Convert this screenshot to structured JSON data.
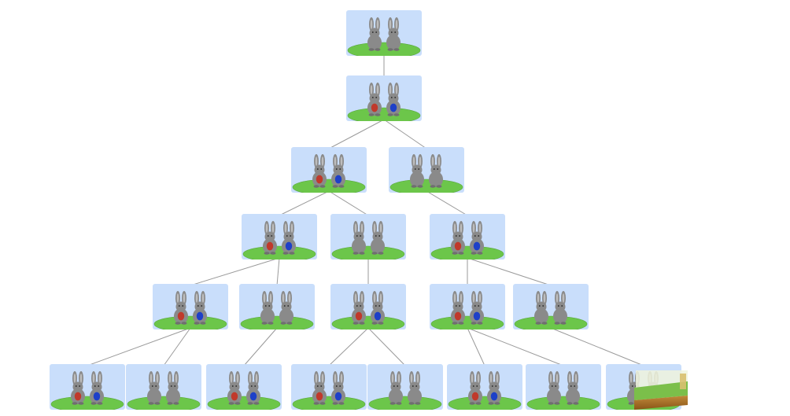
{
  "diagram": {
    "type": "rabbit-population-tree",
    "colors": {
      "sky": "#c9defb",
      "grass": "#6cc64a",
      "grass_edge": "#5aa83d",
      "rabbit": "#8a8a8a",
      "rabbit_dark": "#6f6f6f",
      "ear_inner": "#bdbdbd",
      "female_belly": "#c0392b",
      "male_belly": "#1e40c8",
      "connector": "#9a9a9a",
      "ground_soil": "#a36a1e",
      "ground_top": "#7bbf4a"
    },
    "generations": [
      {
        "generation": 1,
        "pairs": [
          {
            "id": "g1-p1",
            "mature": false,
            "parent": null
          }
        ]
      },
      {
        "generation": 2,
        "pairs": [
          {
            "id": "g2-p1",
            "mature": true,
            "parent": "g1-p1"
          }
        ]
      },
      {
        "generation": 3,
        "pairs": [
          {
            "id": "g3-p1",
            "mature": true,
            "parent": "g2-p1"
          },
          {
            "id": "g3-p2",
            "mature": false,
            "parent": "g2-p1"
          }
        ]
      },
      {
        "generation": 4,
        "pairs": [
          {
            "id": "g4-p1",
            "mature": true,
            "parent": "g3-p1"
          },
          {
            "id": "g4-p2",
            "mature": false,
            "parent": "g3-p1"
          },
          {
            "id": "g4-p3",
            "mature": true,
            "parent": "g3-p2"
          }
        ]
      },
      {
        "generation": 5,
        "pairs": [
          {
            "id": "g5-p1",
            "mature": true,
            "parent": "g4-p1"
          },
          {
            "id": "g5-p2",
            "mature": false,
            "parent": "g4-p1"
          },
          {
            "id": "g5-p3",
            "mature": true,
            "parent": "g4-p2"
          },
          {
            "id": "g5-p4",
            "mature": true,
            "parent": "g4-p3"
          },
          {
            "id": "g5-p5",
            "mature": false,
            "parent": "g4-p3"
          }
        ]
      },
      {
        "generation": 6,
        "pairs": [
          {
            "id": "g6-p1",
            "mature": true,
            "parent": "g5-p1"
          },
          {
            "id": "g6-p2",
            "mature": false,
            "parent": "g5-p1"
          },
          {
            "id": "g6-p3",
            "mature": true,
            "parent": "g5-p2"
          },
          {
            "id": "g6-p4",
            "mature": true,
            "parent": "g5-p3"
          },
          {
            "id": "g6-p5",
            "mature": false,
            "parent": "g5-p3"
          },
          {
            "id": "g6-p6",
            "mature": true,
            "parent": "g5-p4"
          },
          {
            "id": "g6-p7",
            "mature": false,
            "parent": "g5-p4"
          },
          {
            "id": "g6-p8",
            "mature": false,
            "parent": "g5-p5",
            "decorated": true
          }
        ]
      }
    ]
  }
}
